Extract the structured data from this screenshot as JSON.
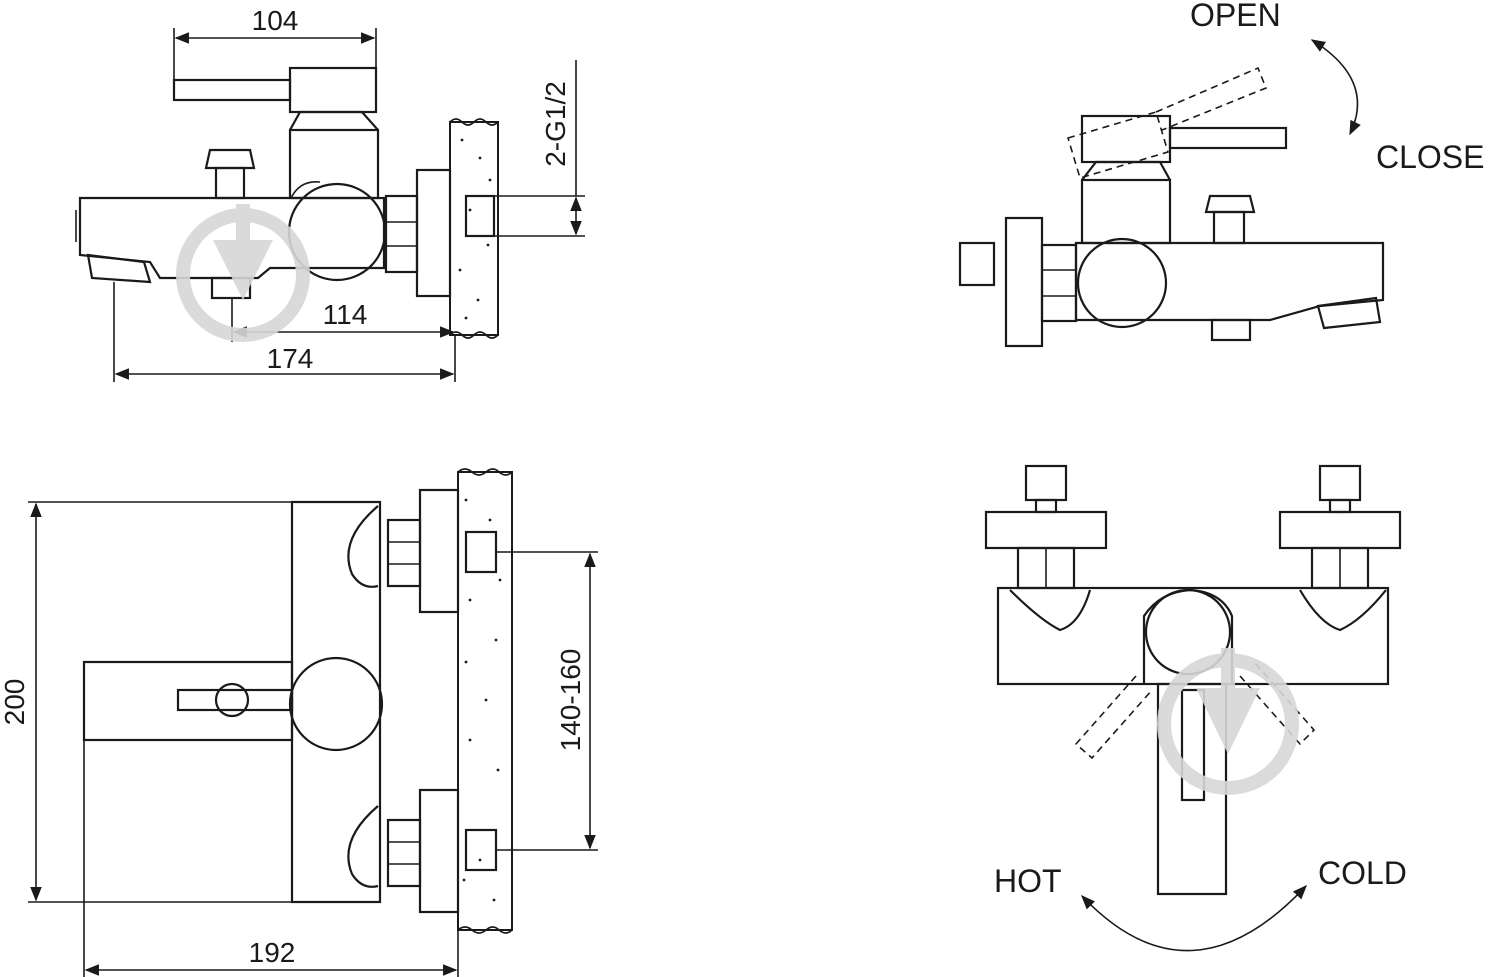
{
  "diagram": {
    "dimensions": {
      "top_lever_width": "104",
      "thread": "2-G1/2",
      "wall_to_spout_inner": "114",
      "wall_to_spout_outer": "174",
      "height": "200",
      "inlet_spacing": "140-160",
      "depth": "192"
    },
    "lever_labels": {
      "open": "OPEN",
      "close": "CLOSE",
      "hot": "HOT",
      "cold": "COLD"
    },
    "colors": {
      "line": "#1a1a1a",
      "background": "#ffffff",
      "watermark": "#d7d7d7"
    }
  }
}
